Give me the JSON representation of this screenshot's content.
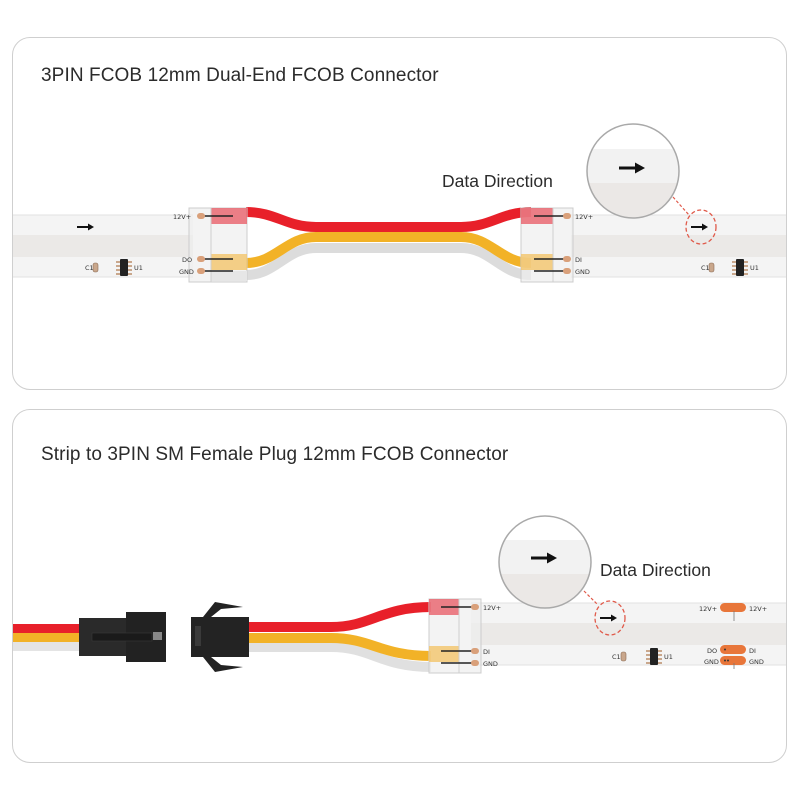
{
  "panels": [
    {
      "title": "3PIN FCOB 12mm Dual-End FCOB Connector",
      "data_direction_label": "Data Direction",
      "left_connector_pins": [
        "12V+",
        "DO",
        "GND"
      ],
      "right_connector_pins": [
        "12V+",
        "DI",
        "GND"
      ],
      "strip_components": [
        "C1",
        "U1"
      ]
    },
    {
      "title": "Strip to 3PIN SM Female Plug 12mm FCOB Connector",
      "data_direction_label": "Data Direction",
      "connector_pins": [
        "12V+",
        "DI",
        "GND"
      ],
      "strip_components": [
        "C1",
        "U1"
      ],
      "cut_point_pins_left": [
        "12V+",
        "DO",
        "GND"
      ],
      "cut_point_pins_right": [
        "12V+",
        "DI",
        "GND"
      ]
    }
  ],
  "icons": {
    "direction_arrow": "right-arrow-icon",
    "magnifier": "zoom-circle"
  },
  "colors": {
    "wire_red": "#e8202a",
    "wire_yellow": "#f2b227",
    "wire_white": "#e6e6e6",
    "strip": "#f3f3f3",
    "highlight_dash": "#e05a4a",
    "copper_pad": "#e8763a",
    "plug_black": "#222222",
    "border": "#cfcfcf",
    "title_text": "#2b2b2b"
  }
}
